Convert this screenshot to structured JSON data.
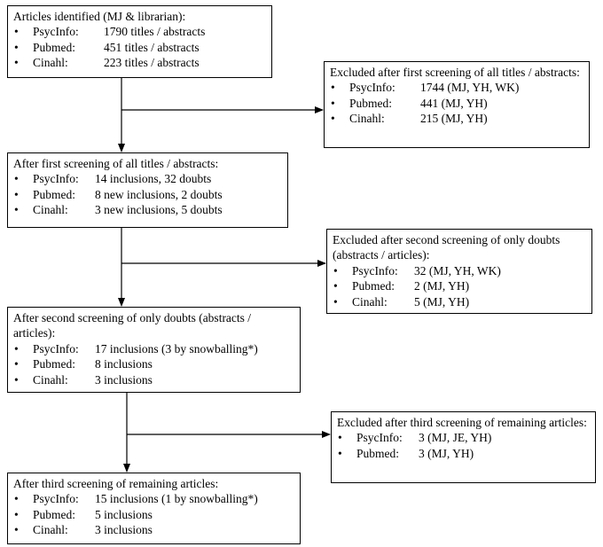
{
  "boxes": [
    {
      "title": "Articles identified (MJ & librarian):",
      "items": [
        {
          "db": "PsycInfo:",
          "value": "1790 titles / abstracts"
        },
        {
          "db": "Pubmed:",
          "value": "451 titles / abstracts"
        },
        {
          "db": "Cinahl:",
          "value": "223 titles / abstracts"
        }
      ]
    },
    {
      "title": "Excluded after first screening of all titles / abstracts:",
      "items": [
        {
          "db": "PsycInfo:",
          "value": "1744 (MJ, YH, WK)"
        },
        {
          "db": "Pubmed:",
          "value": "441 (MJ, YH)"
        },
        {
          "db": "Cinahl:",
          "value": "215 (MJ, YH)"
        }
      ]
    },
    {
      "title": "After first screening of all titles / abstracts:",
      "items": [
        {
          "db": "PsycInfo:",
          "value": "14 inclusions, 32 doubts"
        },
        {
          "db": "Pubmed:",
          "value": "8 new inclusions, 2 doubts"
        },
        {
          "db": "Cinahl:",
          "value": "3 new inclusions, 5 doubts"
        }
      ]
    },
    {
      "title": "Excluded after second screening of only doubts (abstracts / articles):",
      "items": [
        {
          "db": "PsycInfo:",
          "value": "32 (MJ, YH, WK)"
        },
        {
          "db": "Pubmed:",
          "value": "2 (MJ, YH)"
        },
        {
          "db": "Cinahl:",
          "value": "5 (MJ, YH)"
        }
      ]
    },
    {
      "title": "After second screening of only doubts (abstracts / articles):",
      "items": [
        {
          "db": "PsycInfo:",
          "value": "17 inclusions (3 by snowballing*)"
        },
        {
          "db": "Pubmed:",
          "value": "8 inclusions"
        },
        {
          "db": "Cinahl:",
          "value": "3 inclusions"
        }
      ]
    },
    {
      "title": "Excluded after third screening of remaining articles:",
      "items": [
        {
          "db": "PsycInfo:",
          "value": "3 (MJ, JE, YH)"
        },
        {
          "db": "Pubmed:",
          "value": "3 (MJ, YH)"
        }
      ]
    },
    {
      "title": "After third screening of remaining articles:",
      "items": [
        {
          "db": "PsycInfo:",
          "value": "15 inclusions (1 by snowballing*)"
        },
        {
          "db": "Pubmed:",
          "value": "5 inclusions"
        },
        {
          "db": "Cinahl:",
          "value": "3 inclusions"
        }
      ]
    }
  ],
  "bullet_symbol": "•"
}
